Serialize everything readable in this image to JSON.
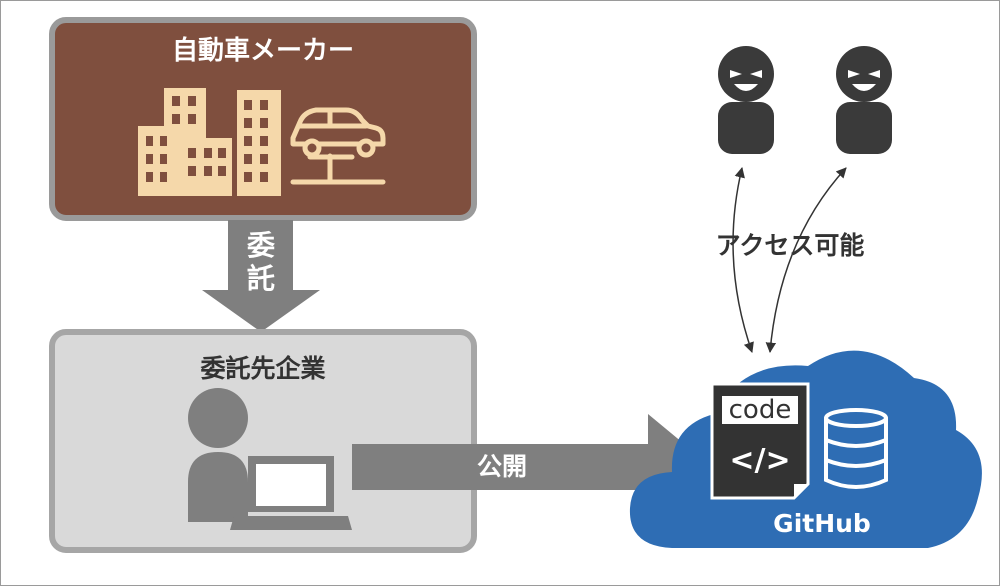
{
  "colors": {
    "maker_fill": "#7f4f3e",
    "maker_border": "#9a9a9a",
    "building_fill": "#f5d8aa",
    "subcontractor_fill": "#d9d9d9",
    "subcontractor_border": "#a6a6a6",
    "person_fill": "#7f7f7f",
    "arrow_fill": "#7f7f7f",
    "hacker_fill": "#3a3a3a",
    "cloud_fill": "#2e6db4",
    "text_dark": "#333333",
    "text_white": "#ffffff"
  },
  "icons": {
    "buildings": "office-buildings-icon",
    "car": "car-on-lift-icon",
    "person": "person-icon",
    "laptop": "laptop-icon",
    "hacker": "hacker-icon",
    "cloud": "cloud-icon",
    "code_doc": "code-document-icon",
    "database": "database-icon"
  },
  "maker": {
    "title": "自動車メーカー"
  },
  "entrust_arrow": {
    "label_top": "委",
    "label_bottom": "託"
  },
  "subcontractor": {
    "title": "委託先企業"
  },
  "publish_arrow": {
    "label": "公開"
  },
  "access": {
    "label": "アクセス可能"
  },
  "github": {
    "code_label": "code",
    "code_symbol": "</>",
    "label": "GitHub"
  }
}
